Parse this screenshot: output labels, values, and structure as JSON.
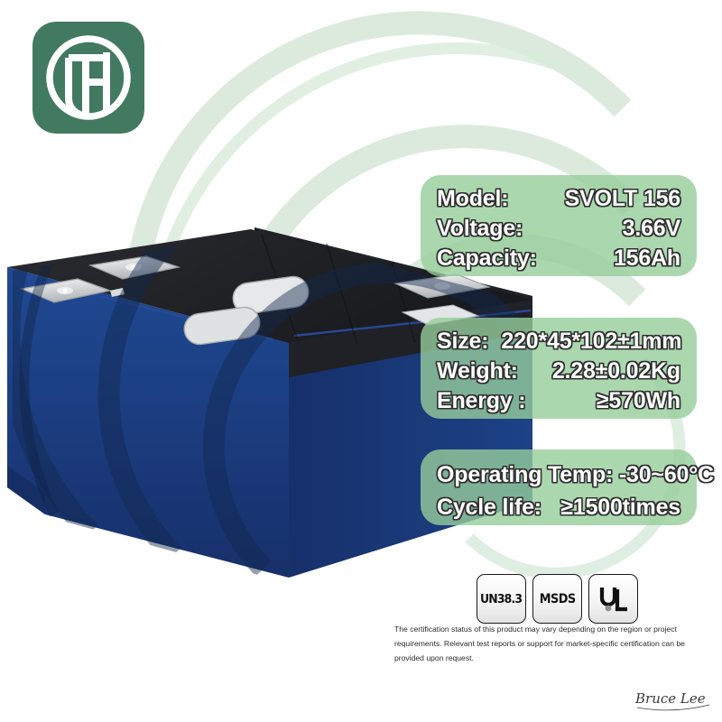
{
  "brand": {
    "logo_icon": "th-monogram-logo",
    "logo_color": "#417a60"
  },
  "product": {
    "type_icon": "prismatic-lifepo4-cell",
    "body_color": "#1b3b7d",
    "top_cap_color": "#24252a",
    "terminal_color": "#d2d4d6"
  },
  "panels": {
    "accent_color": "#96cd9b",
    "primary": {
      "rows": [
        {
          "label": "Model:",
          "value": "SVOLT  156"
        },
        {
          "label": "Voltage:",
          "value": "3.66V"
        },
        {
          "label": "Capacity:",
          "value": "156Ah"
        }
      ]
    },
    "physical": {
      "rows": [
        {
          "label": "Size:",
          "value": "220*45*102±1mm",
          "single": true
        },
        {
          "label": "Weight:",
          "value": "2.28±0.02Kg"
        },
        {
          "label": "Energy :",
          "value": "≥570Wh"
        }
      ]
    },
    "performance": {
      "rows": [
        {
          "label": "Operating Temp: -30~60°C",
          "value": "",
          "single": true
        },
        {
          "label": "Cycle life:",
          "value": "≥1500times"
        }
      ]
    }
  },
  "certifications": {
    "badges": [
      {
        "name": "un383-badge",
        "label": "UN38.3"
      },
      {
        "name": "msds-badge",
        "label": "MSDS"
      },
      {
        "name": "ul-badge",
        "label": "UL"
      }
    ],
    "disclaimer": "The certification status of this product may vary depending on the region or project requirements. Relevant test reports or support for market-specific certification can be provided upon request."
  },
  "watermark": {
    "signature": "Bruce Lee"
  }
}
